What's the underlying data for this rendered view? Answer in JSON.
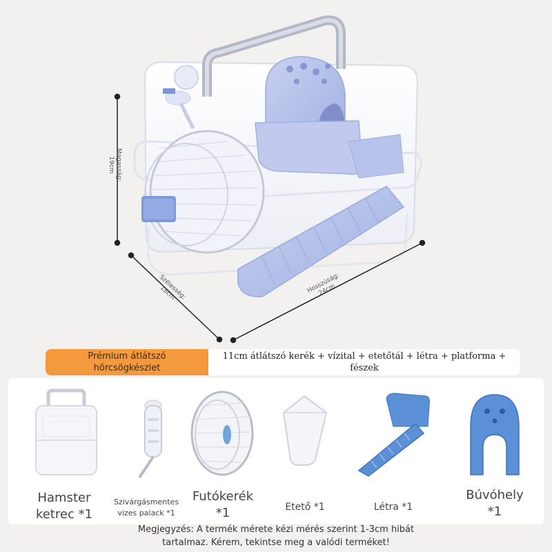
{
  "dimensions": {
    "height": "Magasság:\n19cm",
    "width": "Szélesség:\n18cm",
    "length": "Hosszúság:\n24cm"
  },
  "banner": {
    "title": "Prémium átlátszó hörcsögkészlet",
    "contents": "11cm átlátszó kerék + vízital + etetőtál + létra + platforma + fészek"
  },
  "items": [
    {
      "label": "Hamster ketrec *1",
      "icon": "hamster-cage-icon"
    },
    {
      "label": "Szivárgásmentes vizes palack *1",
      "icon": "water-bottle-icon"
    },
    {
      "label": "Futókerék *1",
      "icon": "running-wheel-icon"
    },
    {
      "label": "Etető *1",
      "icon": "feeder-icon"
    },
    {
      "label": "Létra *1",
      "icon": "ladder-icon"
    },
    {
      "label": "Búvóhely *1",
      "icon": "hideout-icon"
    }
  ],
  "note": "Megjegyzés: A termék mérete kézi mérés szerint 1-3cm hibát tartalmaz. Kérem, tekintse meg a valódi terméket!",
  "colors": {
    "accent_orange": "#f49a3e",
    "accessory_blue": "#5b8fd6",
    "lavender": "#b9c4ea"
  }
}
